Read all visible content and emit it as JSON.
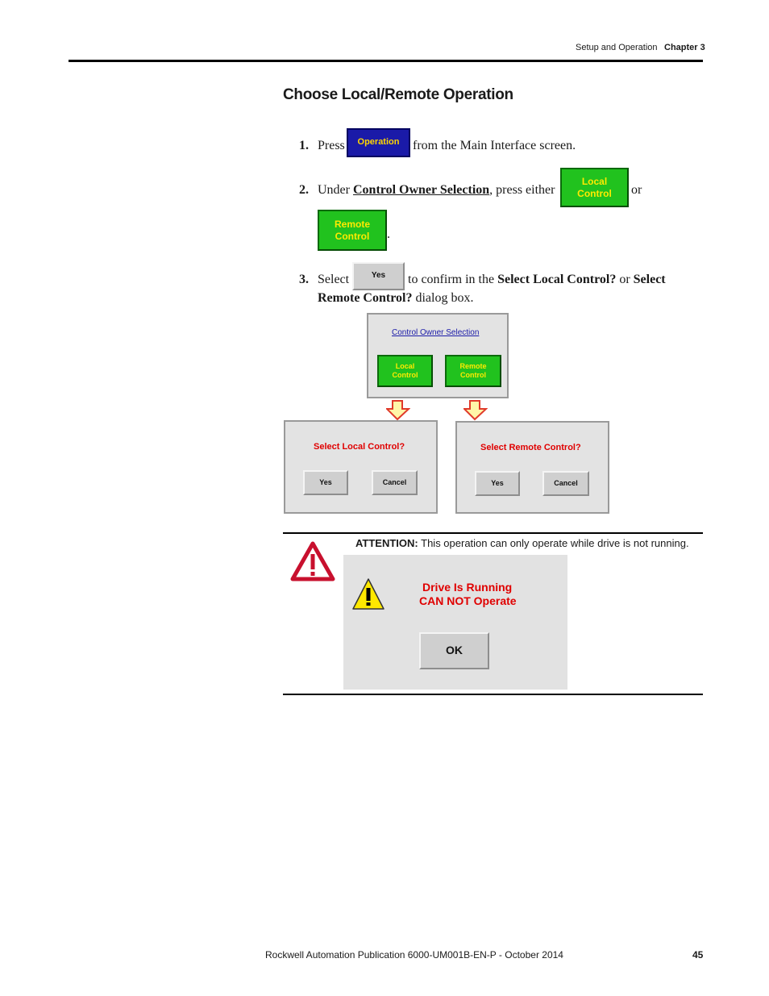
{
  "header": {
    "section": "Setup and Operation",
    "chapter": "Chapter 3"
  },
  "title": "Choose Local/Remote Operation",
  "steps": [
    {
      "num": "1.",
      "before": "Press",
      "button": "Operation",
      "after": "from the Main Interface screen."
    },
    {
      "num": "2.",
      "before": "Under",
      "link": "Control Owner Selection",
      "middle": ", press either",
      "button1": "Local\nControl",
      "or": "or",
      "button2": "Remote\nControl",
      "end": "."
    },
    {
      "num": "3.",
      "before": "Select",
      "button": "Yes",
      "middle": "to confirm in the",
      "bold1": "Select Local Control?",
      "or": "or",
      "bold2a": "Select",
      "bold2b": "Remote Control?",
      "end": "dialog box."
    }
  ],
  "figure": {
    "owner_panel": {
      "title": "Control Owner Selection",
      "local_button": "Local\nControl",
      "remote_button": "Remote\nControl"
    },
    "local_dialog": {
      "prompt": "Select Local Control?",
      "yes": "Yes",
      "cancel": "Cancel"
    },
    "remote_dialog": {
      "prompt": "Select Remote Control?",
      "yes": "Yes",
      "cancel": "Cancel"
    }
  },
  "attention": {
    "label": "ATTENTION:",
    "text": "This operation can only operate while drive is not running.",
    "dialog": {
      "line1": "Drive Is Running",
      "line2": "CAN NOT Operate",
      "ok": "OK"
    }
  },
  "footer": {
    "publication": "Rockwell Automation Publication 6000-UM001B-EN-P - October 2014",
    "page": "45"
  },
  "colors": {
    "hmi_blue": "#1a1aa8",
    "hmi_green": "#21c21e",
    "hmi_yellow_text": "#ffea00",
    "alert_red": "#e00000",
    "panel_gray": "#e3e3e3"
  }
}
